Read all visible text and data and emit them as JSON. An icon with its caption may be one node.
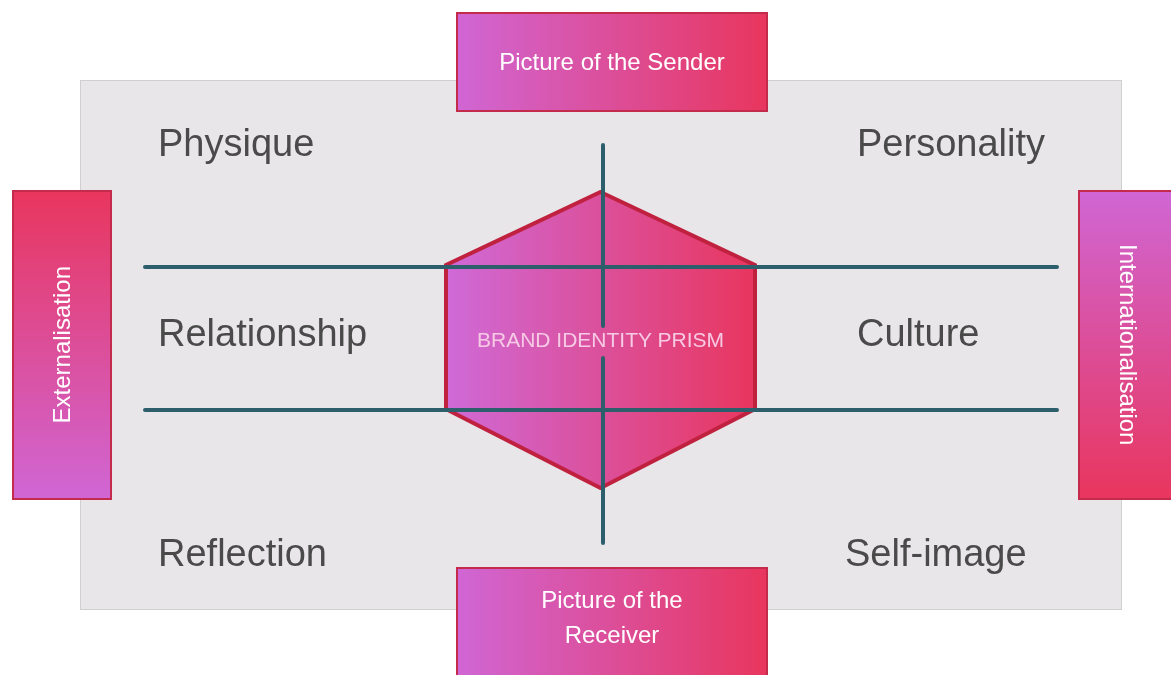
{
  "diagram": {
    "nodes": [
      {
        "text": [
          "Picture of the Sender"
        ]
      },
      {
        "text": [
          "Externalisation"
        ]
      },
      {
        "text": [
          "BRAND IDENTITY PRISM"
        ]
      },
      {
        "text": [
          "Internationalisation"
        ]
      },
      {
        "text": [
          "Picture of the Receiver"
        ]
      }
    ],
    "labels": [
      "Physique",
      "Personality",
      "Relationship",
      "Culture",
      "Reflection",
      "Self-image"
    ]
  }
}
